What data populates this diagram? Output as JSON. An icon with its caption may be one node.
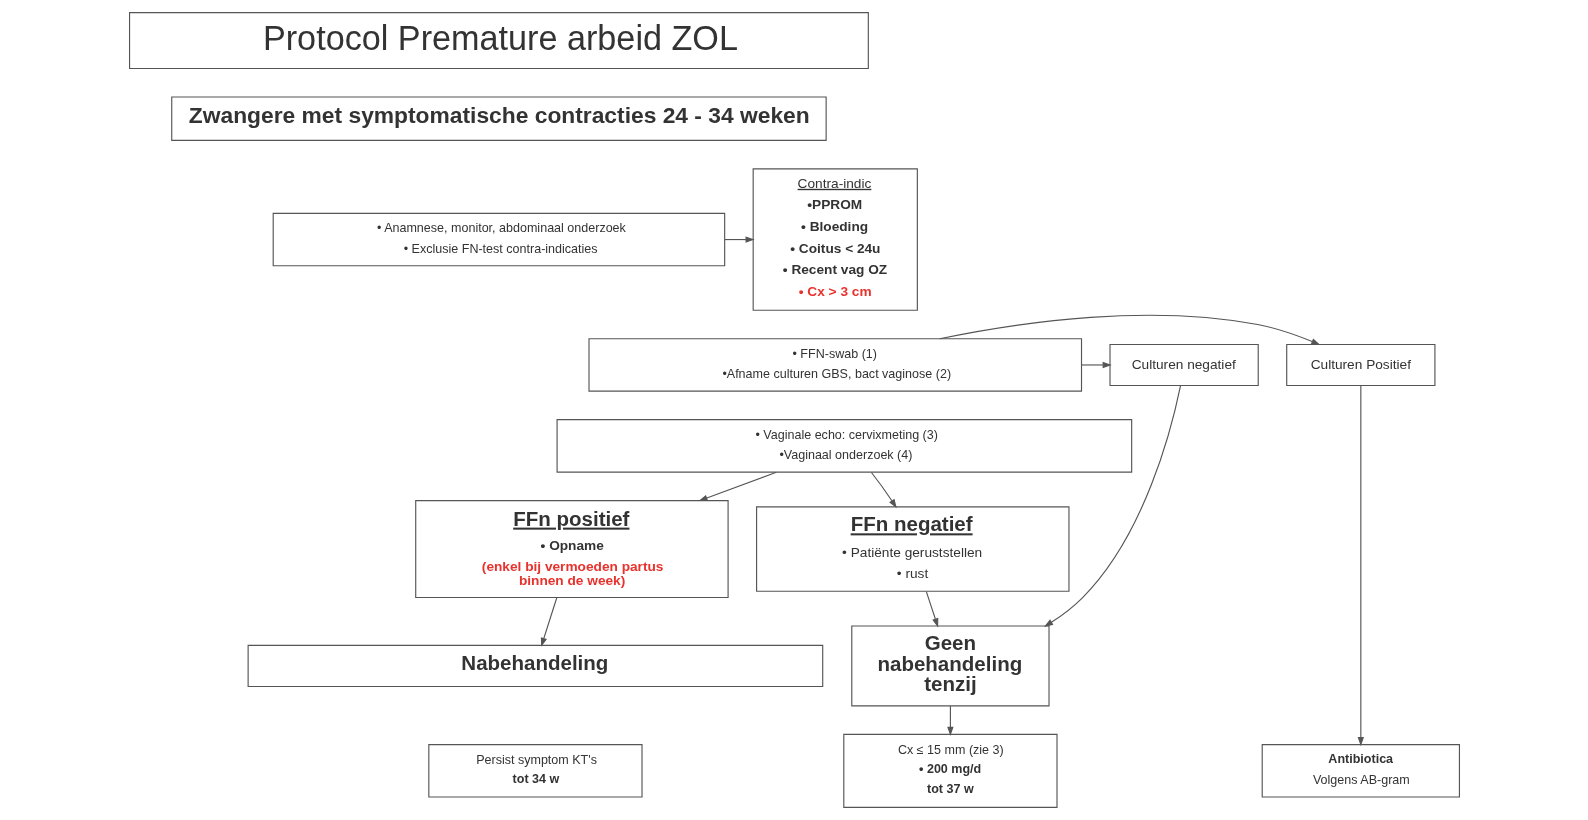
{
  "diagram": {
    "nodes": [
      {
        "text": [
          "Protocol Premature arbeid ZOL"
        ]
      },
      {
        "text": [
          "Zwangere met symptomatische contracties 24 - 34 weken"
        ]
      },
      {
        "text": [
          "• Anamnese, monitor, abdominaal onderzoek",
          "• Exclusie FN-test contra-indicaties"
        ]
      },
      {
        "text": [
          "Contra-indic",
          "•PPROM",
          "• Bloeding",
          "• Coitus < 24u",
          "• Recent vag OZ",
          "• Cx > 3 cm"
        ]
      },
      {
        "text": [
          "Culturen negatief"
        ]
      },
      {
        "text": [
          "• FFN-swab (1)",
          "•Afname culturen GBS, bact vaginose (2)"
        ]
      },
      {
        "text": [
          "Culturen Positief"
        ]
      },
      {
        "text": [
          "• Vaginale echo: cervixmeting (3)",
          "•Vaginaal onderzoek (4)"
        ]
      },
      {
        "text": [
          "FFn negatief",
          "• Patiënte geruststellen",
          "• rust"
        ]
      },
      {
        "text": [
          "FFn positief",
          "• Opname",
          "(enkel bij vermoeden partus binnen de week)"
        ]
      },
      {
        "text": [
          "Geen nabehandeling tenzij"
        ]
      },
      {
        "text": [
          "Nabehandeling"
        ]
      },
      {
        "text": [
          "Cx ≤ 15 mm (zie 3)",
          "• 200 mg/d",
          "tot 37 w"
        ]
      },
      {
        "text": [
          "Persist symptom KT's",
          "tot 34 w"
        ]
      },
      {
        "text": [
          "Antibiotica",
          "Volgens AB-gram"
        ]
      }
    ],
    "edges": [
      {
        "from": 2,
        "to": 3,
        "arrow": "to"
      },
      {
        "from": 5,
        "to": 4,
        "arrow": "to"
      },
      {
        "from": 5,
        "to": 6,
        "arrow": "to"
      },
      {
        "from": 7,
        "to": 8,
        "arrow": "to"
      },
      {
        "from": 7,
        "to": 9,
        "arrow": "to"
      },
      {
        "from": 4,
        "to": 10,
        "arrow": "to"
      },
      {
        "from": 8,
        "to": 10,
        "arrow": "to"
      },
      {
        "from": 9,
        "to": 11,
        "arrow": "to"
      },
      {
        "from": 6,
        "to": 14,
        "arrow": "to"
      },
      {
        "from": 10,
        "to": 12,
        "arrow": "to"
      }
    ]
  }
}
